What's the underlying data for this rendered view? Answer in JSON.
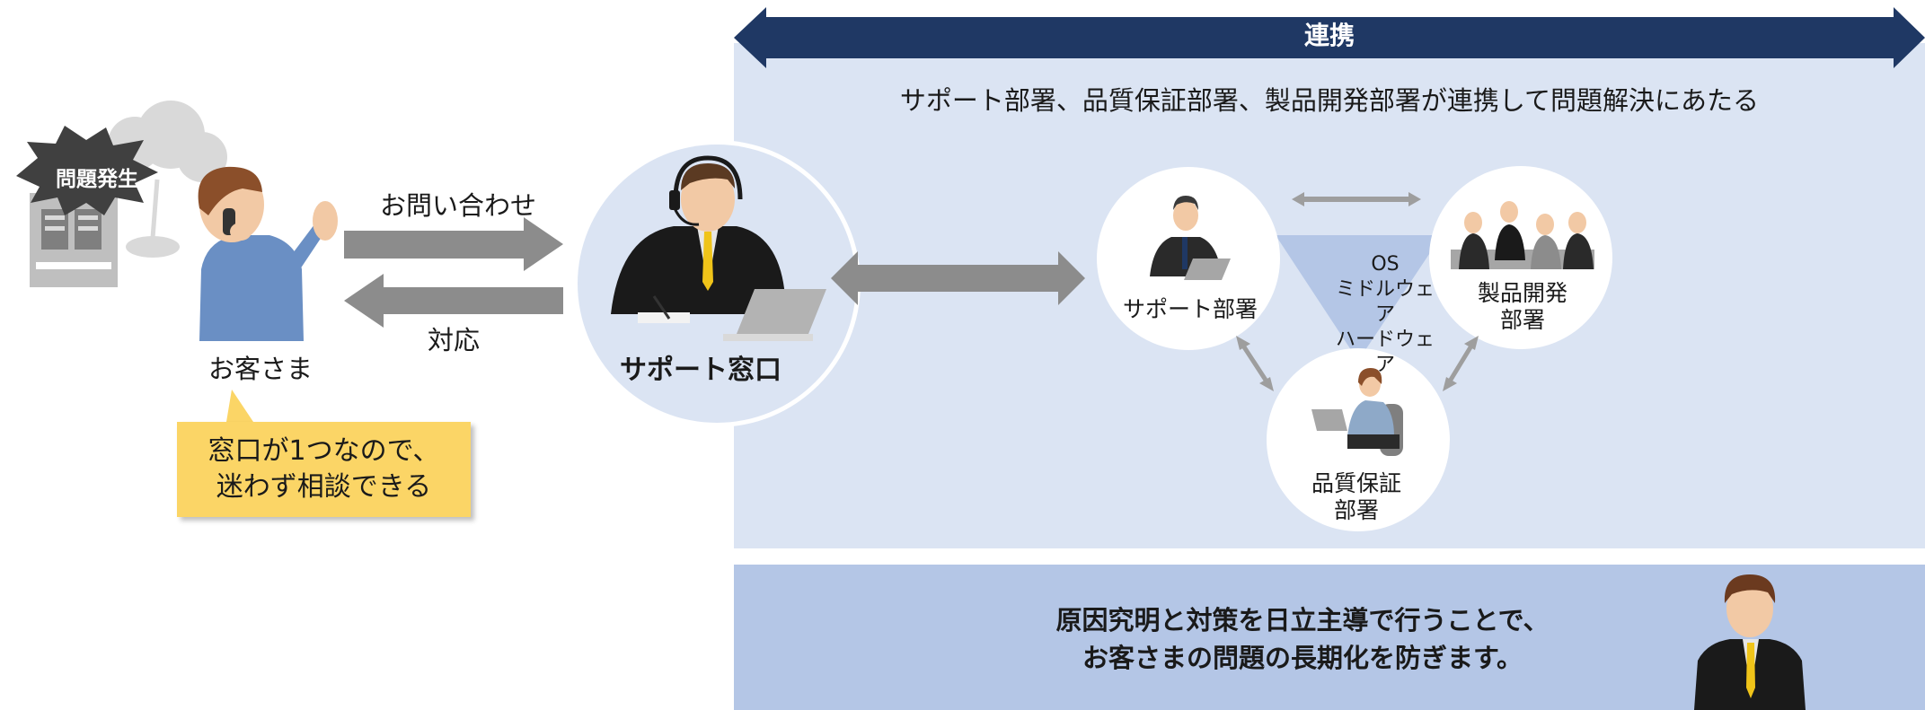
{
  "collaboration": {
    "banner": "連携",
    "caption": "サポート部署、品質保証部署、製品開発部署が連携して問題解決にあたる"
  },
  "customer": {
    "problem_badge": "問題発生",
    "label": "お客さま",
    "speech": [
      "窓口が1つなので、",
      "迷わず相談できる"
    ]
  },
  "flow": {
    "inquiry": "お問い合わせ",
    "response": "対応"
  },
  "support_window": {
    "label": "サポート窓口"
  },
  "departments": {
    "support": [
      "サポート部署"
    ],
    "development": [
      "製品開発",
      "部署"
    ],
    "quality": [
      "品質保証",
      "部署"
    ]
  },
  "layers": [
    "OS",
    "ミドルウェア",
    "ハードウェア"
  ],
  "conclusion": [
    "原因究明と対策を日立主導で行うことで、",
    "お客さまの問題の長期化を防ぎます。"
  ],
  "colors": {
    "banner": "#1f3864",
    "panel": "#dbe4f3",
    "result_panel": "#b4c6e6",
    "arrow_gray": "#8c8c8c",
    "speech_yellow": "#fbd566",
    "triangle": "#b4c6e6",
    "customer_shirt": "#6a8fc4",
    "tie": "#f0c419"
  },
  "icons": [
    "cloud-icon",
    "server-icon",
    "phone-icon",
    "headset-icon",
    "laptop-icon",
    "meeting-icon"
  ]
}
